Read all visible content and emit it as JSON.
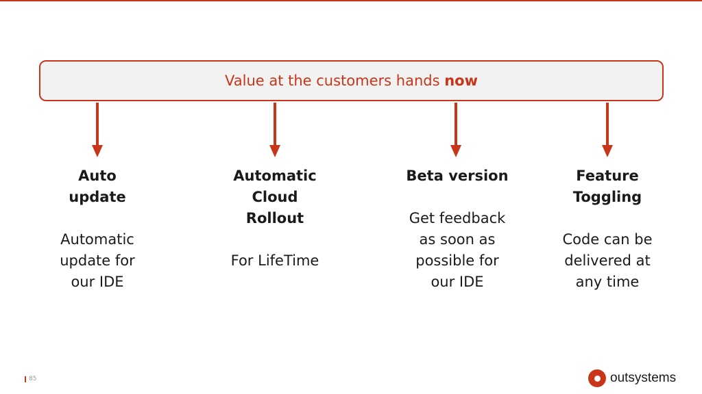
{
  "theme": {
    "accent": "#c8361a"
  },
  "banner": {
    "text_prefix": "Value at the customers hands ",
    "text_bold": "now"
  },
  "columns": [
    {
      "title_lines": [
        "Auto",
        "update"
      ],
      "desc_lines": [
        "Automatic",
        "update for",
        "our IDE"
      ]
    },
    {
      "title_lines": [
        "Automatic",
        "Cloud",
        "Rollout"
      ],
      "desc_lines": [
        "For LifeTime"
      ]
    },
    {
      "title_lines": [
        "Beta version"
      ],
      "desc_lines": [
        "Get feedback",
        "as soon as",
        "possible for",
        "our IDE"
      ]
    },
    {
      "title_lines": [
        "Feature",
        "Toggling"
      ],
      "desc_lines": [
        "Code can be",
        "delivered at",
        "any time"
      ]
    }
  ],
  "footer": {
    "page_number": "85"
  },
  "logo": {
    "icon": "outsystems-logo-icon",
    "text": "outsystems"
  }
}
